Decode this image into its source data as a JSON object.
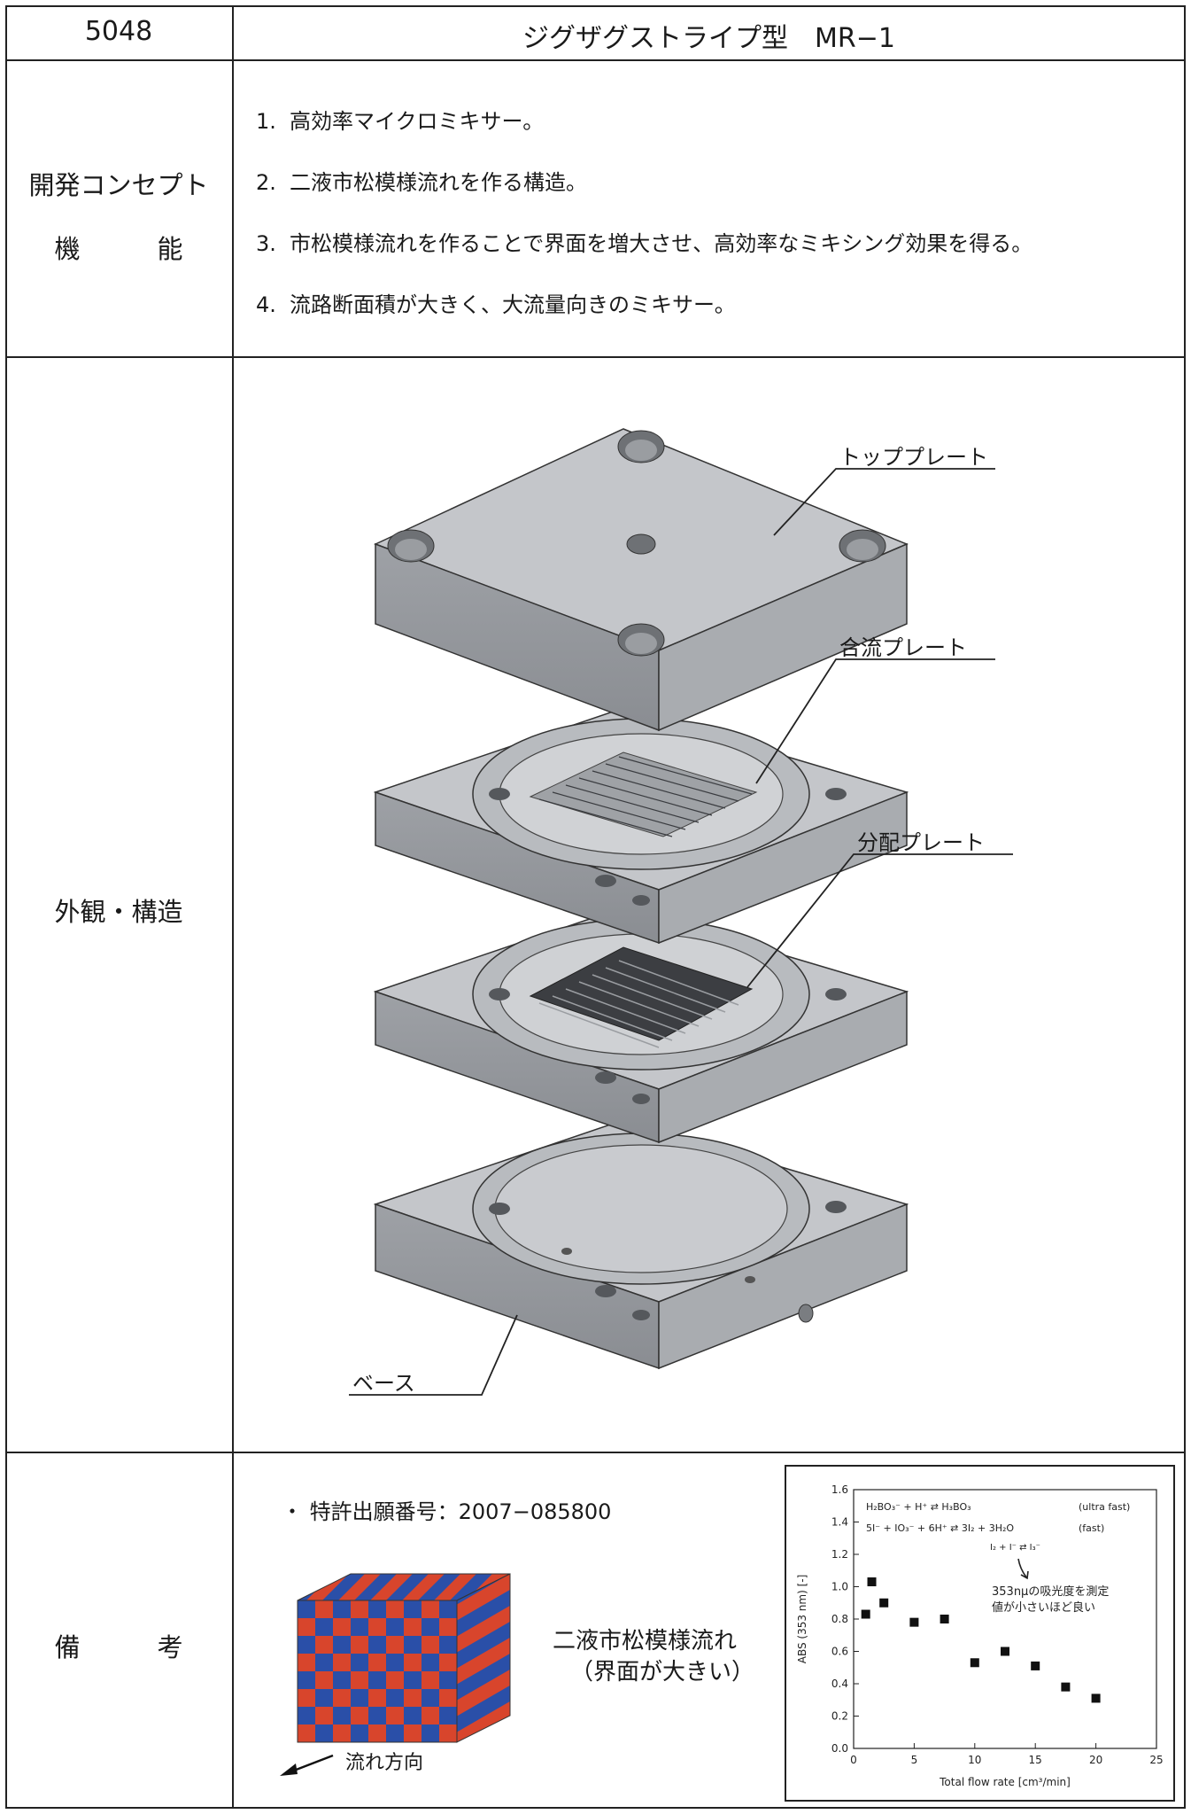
{
  "header": {
    "code": "5048",
    "title": "ジグザグストライプ型　MR−1"
  },
  "rows": {
    "concept": {
      "label_line1": "開発コンセプト",
      "label_line2": "機　　　能",
      "items": [
        {
          "num": "1.",
          "text": "高効率マイクロミキサー。"
        },
        {
          "num": "2.",
          "text": "二液市松模様流れを作る構造。"
        },
        {
          "num": "3.",
          "text": "市松模様流れを作ることで界面を増大させ、高効率なミキシング効果を得る。"
        },
        {
          "num": "4.",
          "text": "流路断面積が大きく、大流量向きのミキサー。"
        }
      ]
    },
    "appearance": {
      "label": "外観・構造",
      "parts": {
        "top_plate": "トッププレート",
        "merge_plate": "合流プレート",
        "distribution_plate": "分配プレート",
        "base": "ベース"
      }
    },
    "remarks": {
      "label": "備　　　考",
      "patent": "・ 特許出願番号：2007−085800",
      "flow_caption_1": "二液市松模様流れ",
      "flow_caption_2": "（界面が大きい）",
      "flow_direction": "流れ方向"
    }
  },
  "chart_data": {
    "type": "scatter",
    "x": [
      1,
      1.5,
      2.5,
      5,
      7.5,
      10,
      12.5,
      15,
      17.5,
      20
    ],
    "y": [
      0.83,
      1.03,
      0.9,
      0.78,
      0.8,
      0.53,
      0.6,
      0.51,
      0.38,
      0.31
    ],
    "xlabel": "Total flow rate [cm³/min]",
    "ylabel": "ABS (353 nm) [-]",
    "xlim": [
      0,
      25
    ],
    "ylim": [
      0,
      1.6
    ],
    "xticks": [
      "0",
      "5",
      "10",
      "15",
      "20",
      "25"
    ],
    "yticks": [
      "0.0",
      "0.2",
      "0.4",
      "0.6",
      "0.8",
      "1.0",
      "1.2",
      "1.4",
      "1.6"
    ],
    "annotations": {
      "reaction_1": "H₂BO₃⁻ + H⁺ ⇄ H₃BO₃",
      "reaction_1_speed": "(ultra fast)",
      "reaction_2": "5I⁻ + IO₃⁻ + 6H⁺ ⇄ 3I₂ + 3H₂O",
      "reaction_2_speed": "(fast)",
      "reaction_3": "I₂ + I⁻ ⇄ I₃⁻",
      "note_1": "353nμの吸光度を測定",
      "note_2": "値が小さいほど良い"
    },
    "grid": false,
    "marker": "square",
    "marker_color": "#111111"
  }
}
